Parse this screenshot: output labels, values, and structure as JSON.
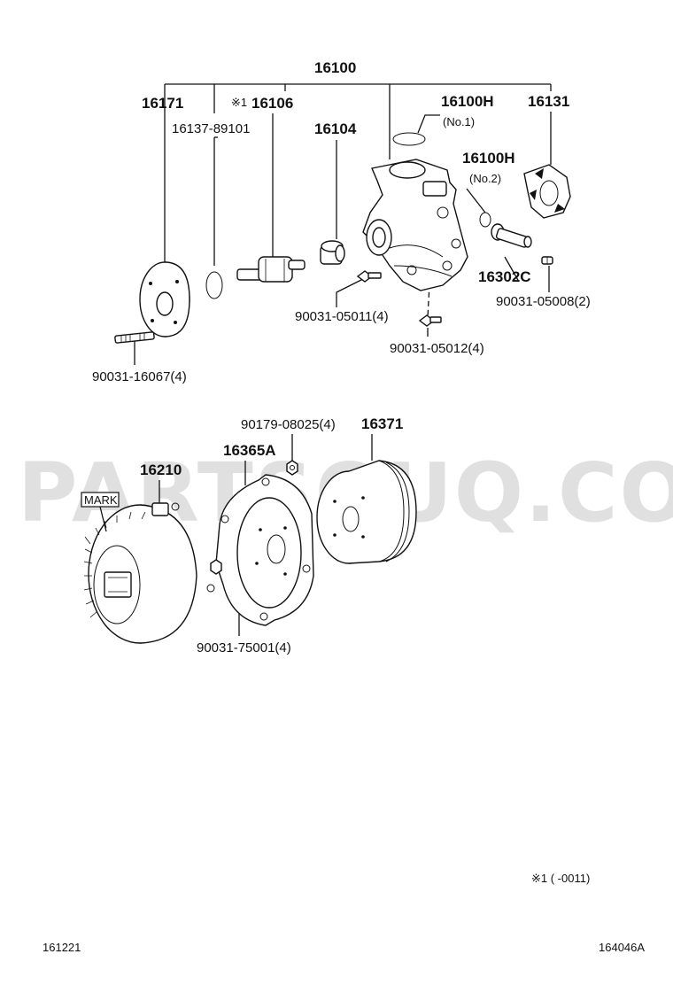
{
  "labels": {
    "assembly": "16100",
    "p16171": "16171",
    "p16106": "16106",
    "p16106_mark": "※1",
    "p16137": "16137-89101",
    "p16104": "16104",
    "p16100h_1": "16100H",
    "p16100h_1_note": "(No.1)",
    "p16131": "16131",
    "p16100h_2": "16100H",
    "p16100h_2_note": "(No.2)",
    "p16302c": "16302C",
    "b90031_05008": "90031-05008(2)",
    "b90031_05011": "90031-05011(4)",
    "b90031_05012": "90031-05012(4)",
    "b90031_16067": "90031-16067(4)",
    "n90179_08025": "90179-08025(4)",
    "p16371": "16371",
    "p16365a": "16365A",
    "p16210": "16210",
    "mark": "MARK",
    "b90031_75001": "90031-75001(4)"
  },
  "footnote": "※1 (      -0011)",
  "footer": {
    "left_code": "161221",
    "right_code": "164046A"
  },
  "watermark": "PARTSOUQ.COM"
}
